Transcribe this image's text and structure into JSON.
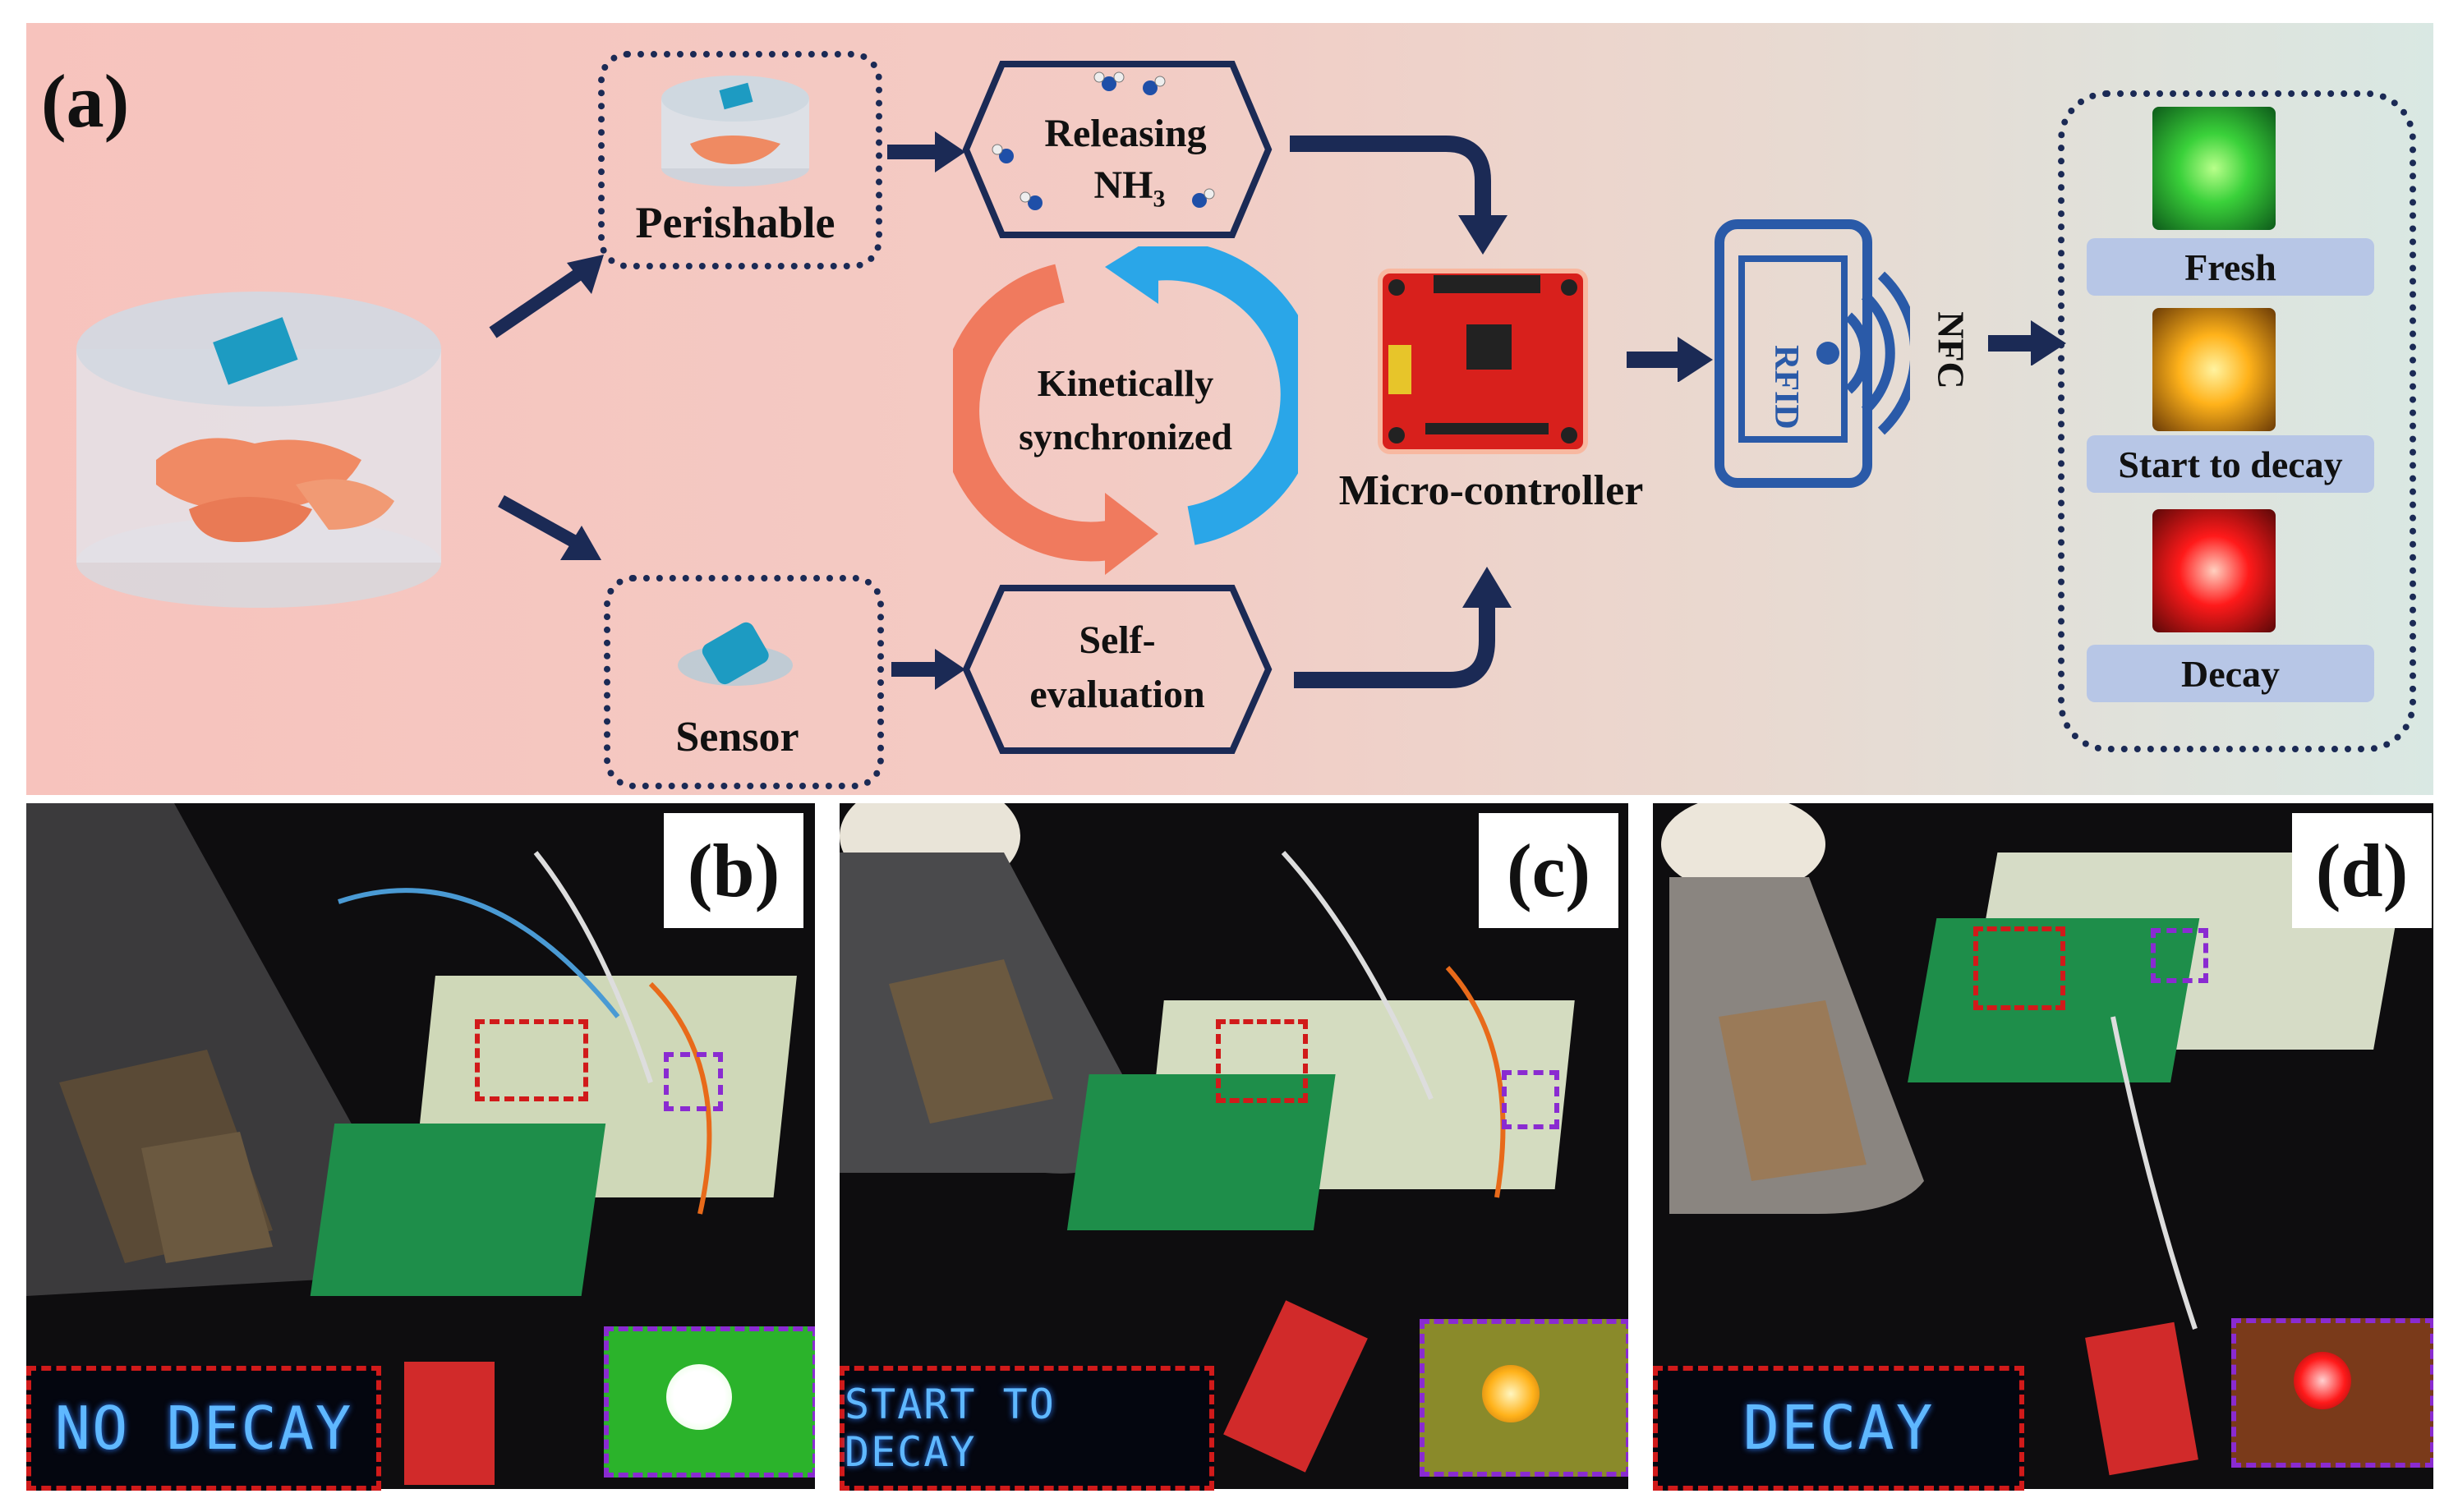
{
  "panel_a": {
    "label": "(a)",
    "perishable": "Perishable",
    "sensor": "Sensor",
    "releasing_line1": "Releasing",
    "releasing_line2": "NH",
    "releasing_sub": "3",
    "self_eval_line1": "Self-",
    "self_eval_line2": "evaluation",
    "cycle_line1": "Kinetically",
    "cycle_line2": "synchronized",
    "microcontroller": "Micro-controller",
    "rfid": "RFID",
    "nfc": "NFC",
    "status_fresh": "Fresh",
    "status_start": "Start to decay",
    "status_decay": "Decay"
  },
  "panel_b": {
    "label": "(b)",
    "display_text": "NO DECAY"
  },
  "panel_c": {
    "label": "(c)",
    "display_text": "START TO DECAY"
  },
  "panel_d": {
    "label": "(d)",
    "display_text": "DECAY"
  },
  "colors": {
    "arrow_navy": "#1b2a55",
    "cycle_orange": "#f07a5e",
    "cycle_blue": "#2aa6e8",
    "led_green": "#3ad13a",
    "led_yellow": "#ffb21a",
    "led_red": "#ff1a1a",
    "lcd_text": "#5fb8ff"
  }
}
